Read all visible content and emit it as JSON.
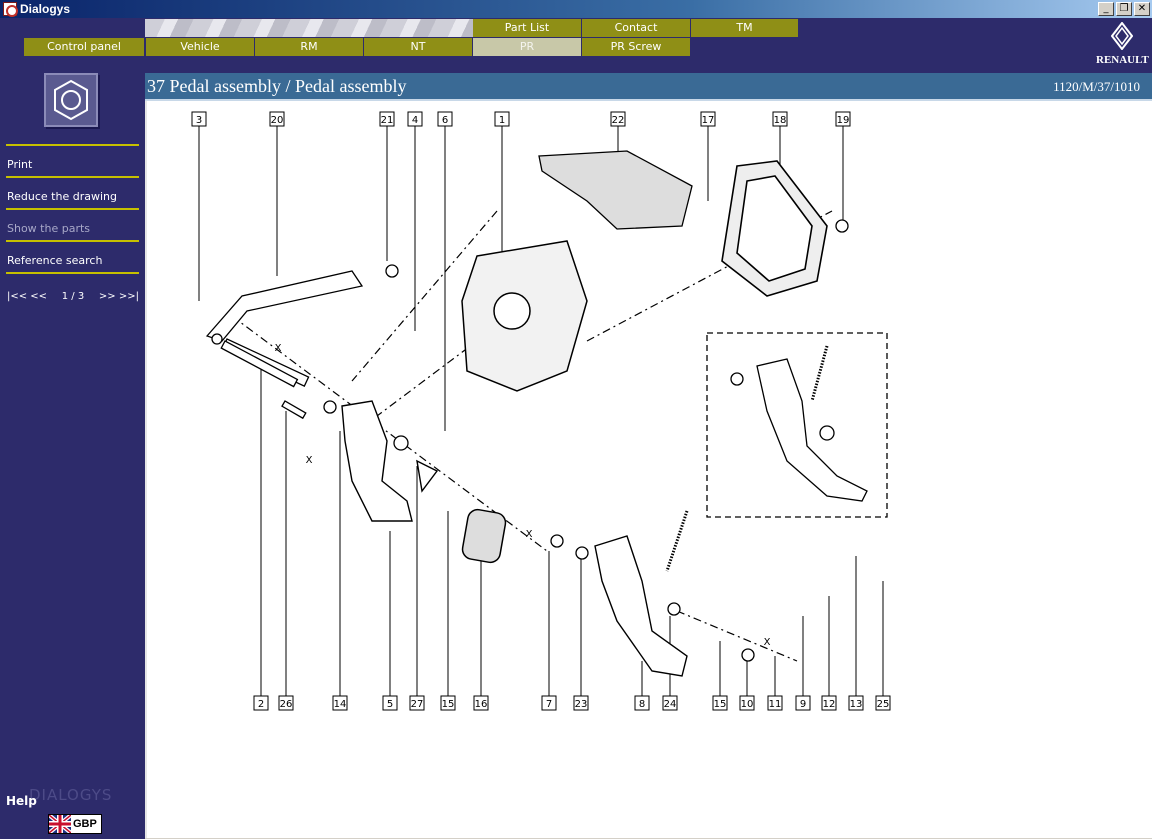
{
  "window": {
    "title": "Dialogys",
    "buttons": [
      "_",
      "❐",
      "✕"
    ]
  },
  "top_tabs": [
    {
      "label": "Part List"
    },
    {
      "label": "Contact"
    },
    {
      "label": "TM"
    }
  ],
  "bottom_tabs": [
    {
      "label": "Control panel"
    },
    {
      "label": "Vehicle"
    },
    {
      "label": "RM"
    },
    {
      "label": "NT"
    },
    {
      "label": "PR",
      "active": true
    },
    {
      "label": "PR Screw"
    }
  ],
  "brand": {
    "name": "RENAULT"
  },
  "sidebar": {
    "items": [
      {
        "label": "Print",
        "enabled": true
      },
      {
        "label": "Reduce the drawing",
        "enabled": true
      },
      {
        "label": "Show the parts",
        "enabled": false
      },
      {
        "label": "Reference search",
        "enabled": true
      }
    ],
    "pager": {
      "first": "|<< <<",
      "page": "1 / 3",
      "next": ">> >>|"
    },
    "help": "Help",
    "logo": "DIALOGYS",
    "currency": "GBP"
  },
  "main": {
    "title": "37 Pedal assembly / Pedal assembly",
    "reference": "1120/M/37/1010"
  },
  "diagram": {
    "top_labels": [
      "3",
      "20",
      "21",
      "4",
      "6",
      "1",
      "22",
      "17",
      "18",
      "19"
    ],
    "bottom_labels": [
      "2",
      "26",
      "14",
      "5",
      "27",
      "15",
      "16",
      "7",
      "23",
      "8",
      "24",
      "15",
      "10",
      "11",
      "9",
      "12",
      "13",
      "25"
    ],
    "marks": [
      "X",
      "X",
      "X",
      "X"
    ]
  },
  "colors": {
    "navy": "#2d2b6b",
    "olive": "#8f8f16",
    "header_blue": "#3a6a95",
    "accent_yellow": "#c6c000"
  }
}
